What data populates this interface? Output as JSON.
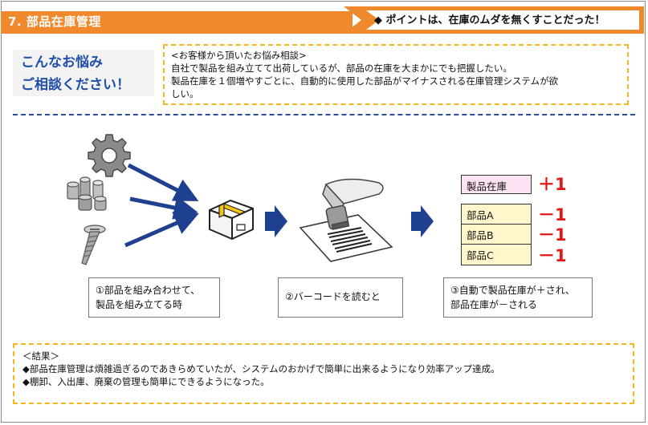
{
  "header": {
    "title": "7. 部品在庫管理",
    "point": "◆ ポイントは、在庫のムダを無くすことだった！"
  },
  "trouble": {
    "line1": "こんなお悩み",
    "line2": "ご相談ください！"
  },
  "consultation": {
    "heading": "<お客様から頂いたお悩み相談>",
    "line1": "自社で製品を組み立てて出荷しているが、部品の在庫を大まかにでも把握したい。",
    "line2": "製品在庫を１個増やすごとに、自動的に使用した部品がマイナスされる在庫管理システムが欲",
    "line3": "しい。"
  },
  "steps": [
    {
      "line1": "①部品を組み合わせて、",
      "line2": "製品を組み立てる時"
    },
    {
      "line1": "②バーコードを読むと"
    },
    {
      "line1": "③自動で製品在庫が＋され、",
      "line2": "部品在庫が－される"
    }
  ],
  "stock": {
    "product": {
      "label": "製品在庫",
      "delta": "＋1"
    },
    "parts": [
      {
        "label": "部品A",
        "delta": "－1"
      },
      {
        "label": "部品B",
        "delta": "－1"
      },
      {
        "label": "部品C",
        "delta": "－1"
      }
    ]
  },
  "result": {
    "heading": "＜結果＞",
    "line1": "◆部品在庫管理は煩雑過ぎるのであきらめていたが、システムのおかげで簡単に出来るようになり効率アップ達成。",
    "line2": "◆棚卸、入出庫、廃棄の管理も簡単にできるようになった。"
  },
  "colors": {
    "accent_orange": "#f0892c",
    "trouble_blue": "#1f4fa8",
    "dashed_yellow": "#f3b81f",
    "divider_navy": "#2d4d9a",
    "arrow_navy": "#1f3f8f",
    "delta_red": "#e01818",
    "product_fill": "#fbe3f3",
    "parts_fill": "#fff6cc"
  },
  "icons": [
    "gear-icon",
    "bolts-icon",
    "screw-icon",
    "product-box-icon",
    "barcode-scanner-icon"
  ]
}
